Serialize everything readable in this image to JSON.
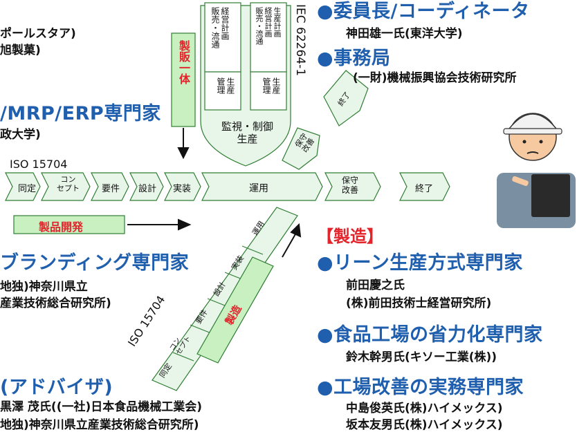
{
  "left_texts": {
    "t1": "ポールスタア)",
    "t2": "旭製菓)",
    "t3": "/MRP/ERP専門家",
    "t4": "政大学)",
    "t5": "ブランディング専門家",
    "t6": "地独)神奈川県立",
    "t7": "産業技術総合研究所)",
    "t8": "(アドバイザ)",
    "t9": "黒澤 茂氏((一社)日本食品機械工業会)",
    "t10": "地独)神奈川県立産業技術総合研究所)"
  },
  "right_texts": {
    "chair_h": "委員長/コーディネータ",
    "chair_name": "神田雄一氏(東洋大学)",
    "office_h": "事務局",
    "office_name": "(一財)機械振興協会技術研究所",
    "mfg_h": "【製造】",
    "lean_h": "リーン生産方式専門家",
    "lean_n1": "前田慶之氏",
    "lean_n2": "(株)前田技術士経営研究所)",
    "food_h": "食品工場の省力化専門家",
    "food_n": "鈴木幹男氏(キソー工業(株))",
    "kaizen_h": "工場改善の実務専門家",
    "kaizen_n1": "中島俊英氏(株)ハイメックス)",
    "kaizen_n2": "坂本友男氏(株)ハイメックス)",
    "bullet": "●"
  },
  "diagram": {
    "iso_top": "ISO 15704",
    "iso_diag": "ISO 15704",
    "iec": "IEC 62264-1",
    "steps": [
      "同定",
      "コン\nセプト",
      "要件",
      "設計",
      "実装"
    ],
    "unyo": "運用",
    "hoshu": "保守\n改善",
    "shuryo": "終了",
    "seihin": "製品開発",
    "seihan": "製販一体",
    "seizo": "製造",
    "kanshi": "監視・制御\n生産",
    "ops": "運用",
    "diag_steps": [
      "同定",
      "コン\nセプト",
      "要件",
      "設計",
      "実装"
    ],
    "up_hoshu": "保守\n改善",
    "up_shuryo": "終了",
    "cols": [
      "経営計画\n販売・流通",
      "生産\n管理",
      "生産計画\n経営計画\n販売・流通",
      "生産\n管理"
    ]
  }
}
